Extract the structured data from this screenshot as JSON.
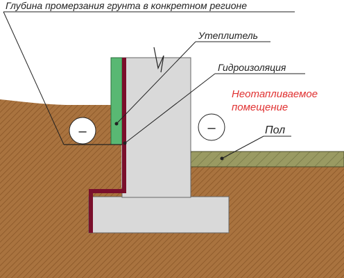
{
  "labels": {
    "freeze_depth": "Глубина промерзания грунта в конкретном регионе",
    "insulation": "Утеплитель",
    "waterproofing": "Гидроизоляция",
    "unheated_line1": "Неотапливаемое",
    "unheated_line2": "помещение",
    "floor": "Пол"
  },
  "marks": {
    "outside_minus": "–",
    "inside_minus": "–"
  },
  "colors": {
    "soil": "#a9733f",
    "soil_hatch": "#8a5627",
    "concrete": "#d9d9d9",
    "insulation": "#59b873",
    "waterproofing": "#7a0f2b",
    "floor_layer": "#9a9a62",
    "floor_hatch": "#6f7041",
    "unheated_text": "#e03131",
    "line": "#222222"
  }
}
